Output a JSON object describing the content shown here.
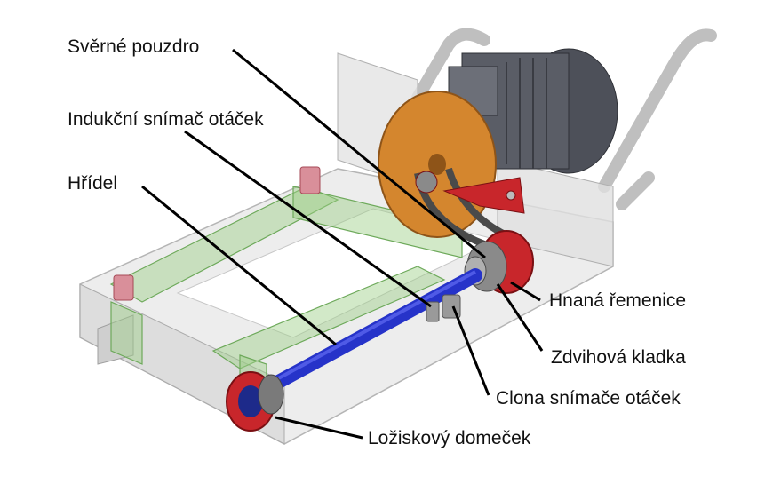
{
  "labels": {
    "sverne_pouzdro": "Svěrné pouzdro",
    "indukcni_snimac": "Indukční snímač otáček",
    "hridel": "Hřídel",
    "hnana_remenice": "Hnaná řemenice",
    "zdvihova_kladka": "Zdvihová kladka",
    "clona_snimace": "Clona snímače otáček",
    "loziskovy_domecek": "Ložiskový domeček"
  },
  "colors": {
    "shaft": "#2633c9",
    "pulley": "#d4862e",
    "red_parts": "#c8262b",
    "motor": "#5a5d66",
    "frame": "#d9d9d9",
    "green_parts": "#9ccf86"
  }
}
